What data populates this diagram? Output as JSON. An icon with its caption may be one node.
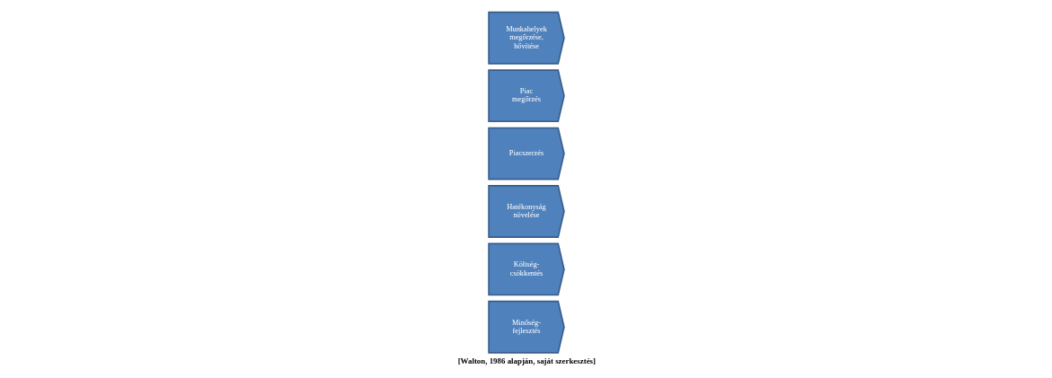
{
  "diagram": {
    "caption": "[Walton, 1986 alapján, saját szerkesztés]",
    "nodes": [
      {
        "text": [
          "Minőség- fejlesztés"
        ]
      },
      {
        "text": [
          "Költség- csökkentés"
        ]
      },
      {
        "text": [
          "Hatékonyság növelése"
        ]
      },
      {
        "text": [
          "Piacszerzés"
        ]
      },
      {
        "text": [
          "Piac megőrzés"
        ]
      },
      {
        "text": [
          "Munkahelyek megőrzése, bővítése"
        ]
      }
    ]
  }
}
